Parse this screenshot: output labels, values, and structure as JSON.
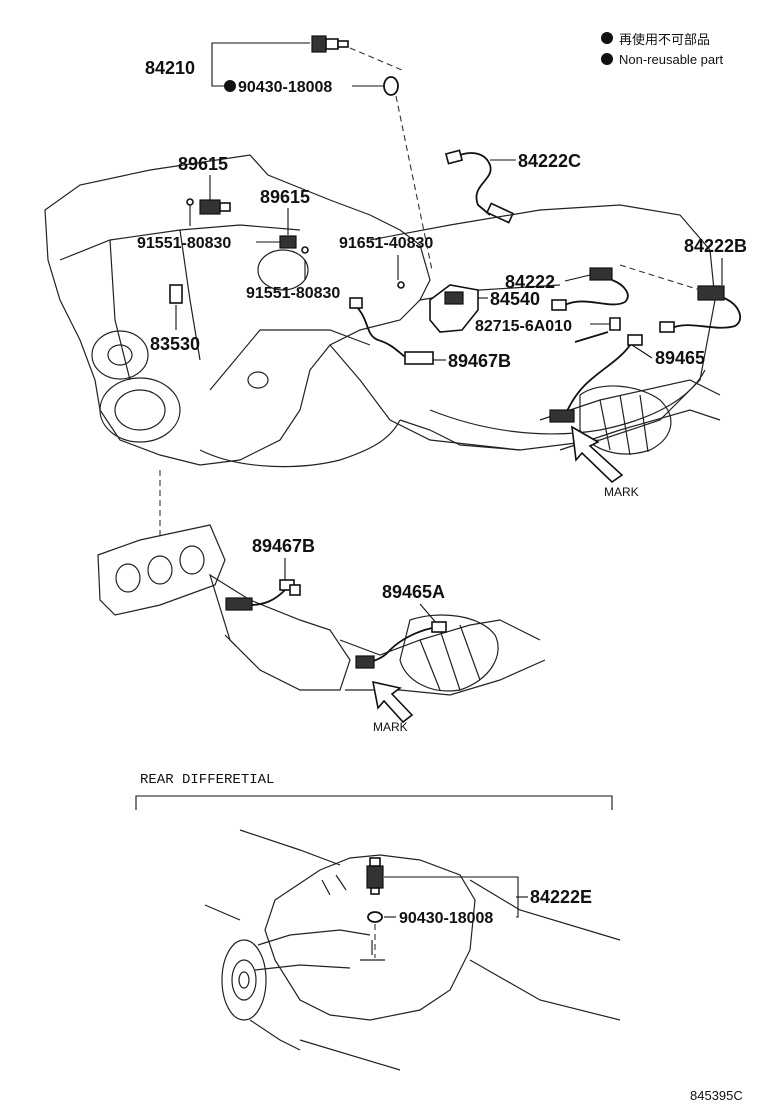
{
  "legend": {
    "jp": "再使用不可部品",
    "en": "Non-reusable part"
  },
  "labels": {
    "p84210": "84210",
    "p90430_top": "90430-18008",
    "p84222C": "84222C",
    "p89615_a": "89615",
    "p89615_b": "89615",
    "p91551_a": "91551-80830",
    "p91651": "91651-40830",
    "p84222B": "84222B",
    "p84222": "84222",
    "p84540": "84540",
    "p91551_b": "91551-80830",
    "p82715": "82715-6A010",
    "p83530": "83530",
    "p89467B_a": "89467B",
    "p89465": "89465",
    "mark_a": "MARK",
    "p89467B_b": "89467B",
    "p89465A": "89465A",
    "mark_b": "MARK",
    "section_rear": "REAR DIFFERETIAL",
    "p84222E": "84222E",
    "p90430_bottom": "90430-18008",
    "diagram_id": "845395C"
  }
}
